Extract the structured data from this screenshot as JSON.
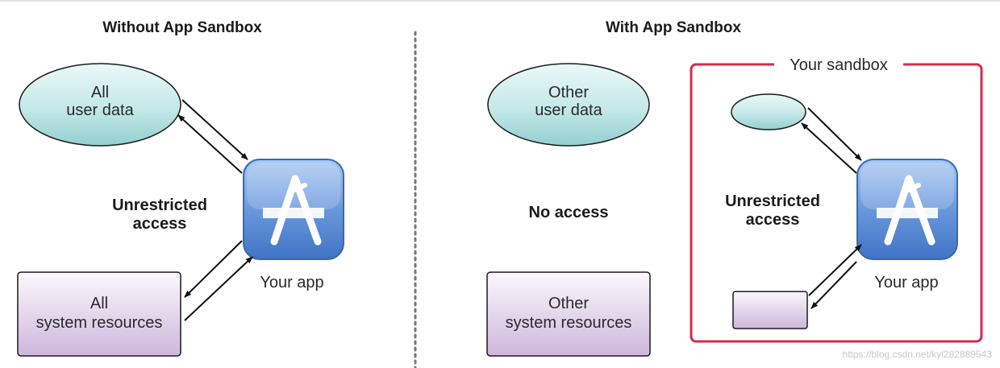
{
  "left": {
    "title": "Without App Sandbox",
    "user_data": [
      "All",
      "user data"
    ],
    "access": [
      "Unrestricted",
      "access"
    ],
    "system": [
      "All",
      "system resources"
    ],
    "app_label": "Your app"
  },
  "right": {
    "title": "With App Sandbox",
    "user_data": [
      "Other",
      "user data"
    ],
    "no_access": "No access",
    "system": [
      "Other",
      "system resources"
    ],
    "sandbox_label": "Your sandbox",
    "access": [
      "Unrestricted",
      "access"
    ],
    "app_label": "Your app"
  },
  "watermark": "https://blog.csdn.net/kyl282889543",
  "colors": {
    "sandbox_border": "#d42a4a",
    "ellipse_fill": "#bfe6e6",
    "rect_fill": "#e8dcee",
    "app_icon": "#6a98dc"
  },
  "icons": [
    "app-store-icon"
  ]
}
